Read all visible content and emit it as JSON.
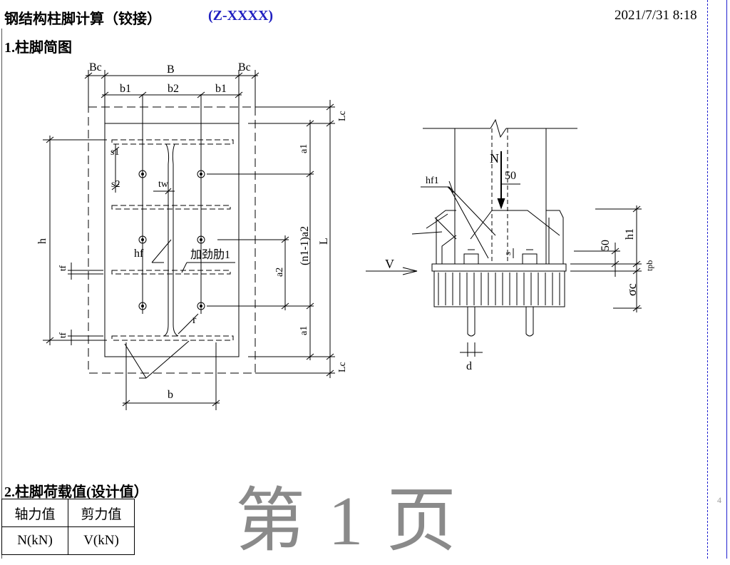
{
  "header": {
    "title": "钢结构柱脚计算（铰接）",
    "code": "(Z-XXXX)",
    "datetime": "2021/7/31 8:18"
  },
  "section1": {
    "heading": "1.柱脚简图"
  },
  "section2": {
    "heading": "2.柱脚荷载值(设计值）"
  },
  "load_table": {
    "headers": [
      "轴力值",
      "剪力值"
    ],
    "units": [
      "N(kN)",
      "V(kN)"
    ]
  },
  "watermark": "第 1 页",
  "page_marker": "4",
  "plan_labels": {
    "Bc_left": "Bc",
    "B": "B",
    "Bc_right": "Bc",
    "b1_left": "b1",
    "b2": "b2",
    "b1_right": "b1",
    "Lc_top": "Lc",
    "Lc_bottom": "Lc",
    "a1_top": "a1",
    "a1_bottom": "a1",
    "n1a2": "(n1-1)a2",
    "L": "L",
    "a2": "a2",
    "h": "h",
    "s1": "s1",
    "s2": "s2",
    "tw": "tw",
    "tf1": "tf",
    "tf2": "tf",
    "hf": "hf",
    "stiffener": "加劲肋1",
    "r": "r",
    "b": "b"
  },
  "section_labels": {
    "N": "N",
    "V": "V",
    "fifty_top": "50",
    "fifty_side": "50",
    "hf1": "hf1",
    "s": "s",
    "h1": "h1",
    "tpb": "tpb",
    "sigma_c": "σc",
    "d": "d"
  }
}
